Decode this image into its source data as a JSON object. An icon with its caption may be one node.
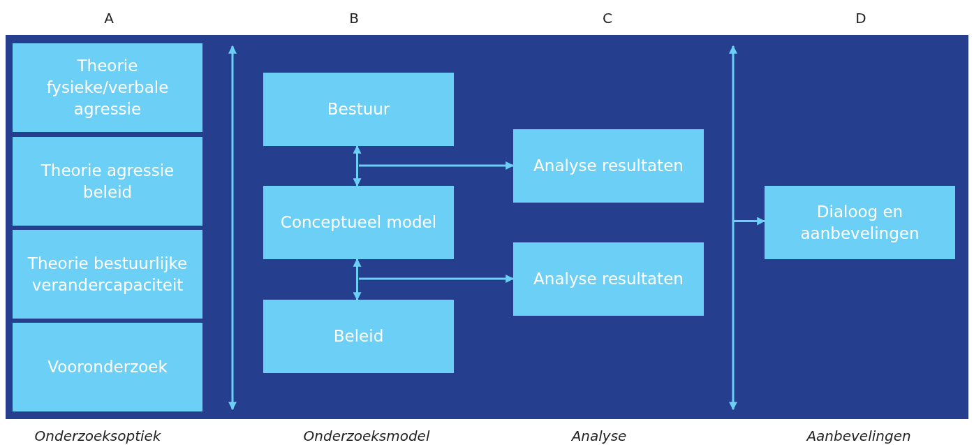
{
  "diagram": {
    "nodes": [
      {
        "text": [
          "Theorie fysieke/verbale agressie"
        ]
      },
      {
        "text": [
          "Theorie agressie beleid"
        ]
      },
      {
        "text": [
          "Theorie bestuurlijke verandercapaciteit"
        ]
      },
      {
        "text": [
          "Vooronderzoek"
        ]
      },
      {
        "text": [
          "Bestuur"
        ]
      },
      {
        "text": [
          "Conceptueel model"
        ]
      },
      {
        "text": [
          "Beleid"
        ]
      },
      {
        "text": [
          "Analyse resultaten"
        ]
      },
      {
        "text": [
          "Analyse resultaten"
        ]
      },
      {
        "text": [
          "Dialoog en aanbevelingen"
        ]
      }
    ],
    "edges": [
      {
        "from": 4,
        "to": 5,
        "arrow": "both"
      },
      {
        "from": null,
        "to": 7,
        "arrow": "to"
      },
      {
        "from": 5,
        "to": 6,
        "arrow": "both"
      },
      {
        "from": null,
        "to": 8,
        "arrow": "to"
      },
      {
        "from": null,
        "to": 9,
        "arrow": "to"
      }
    ],
    "labels": [
      "A",
      "B",
      "C",
      "D",
      "Onderzoeksoptiek",
      "Onderzoeksmodel",
      "Analyse",
      "Aanbevelingen"
    ]
  }
}
